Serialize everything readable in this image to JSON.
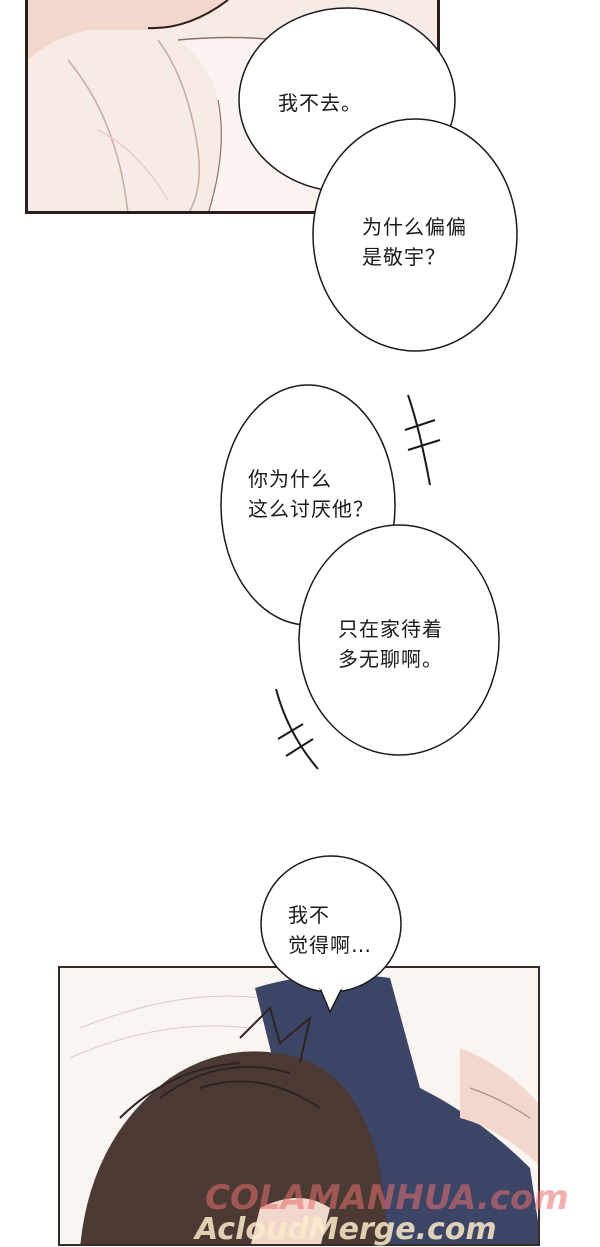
{
  "bubbles": [
    {
      "id": "b1",
      "text": "我不去。"
    },
    {
      "id": "b2",
      "text": "为什么偏偏\n是敬宇？"
    },
    {
      "id": "b3",
      "text": "你为什么\n这么讨厌他？"
    },
    {
      "id": "b4",
      "text": "只在家待着\n多无聊啊。"
    },
    {
      "id": "b5",
      "text": "我不\n觉得啊…"
    }
  ],
  "watermark": {
    "line1": "COLAMANHUA.com",
    "line2": "AcloudMerge.com"
  },
  "colors": {
    "ink": "#1a1a1a",
    "panel_border": "#2b1d1a",
    "skin": "#f2d7cc",
    "hair": "#4a3a33",
    "jacket": "#3d4566",
    "watermark_red": "#e86e6e"
  }
}
